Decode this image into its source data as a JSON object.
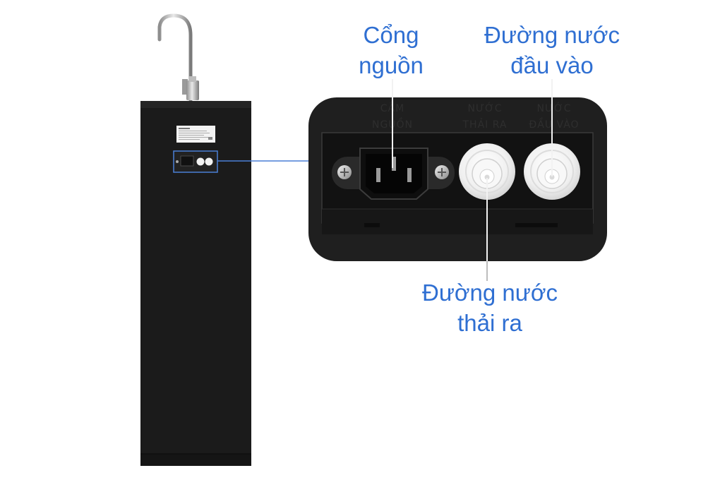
{
  "callouts": {
    "power": {
      "line1": "Cổng",
      "line2": "nguồn"
    },
    "inlet": {
      "line1": "Đường nước",
      "line2": "đầu vào"
    },
    "waste": {
      "line1": "Đường nước",
      "line2": "thải ra"
    }
  },
  "panel_print": {
    "power": {
      "line1": "CẮM",
      "line2": "NGUỒN"
    },
    "waste": {
      "line1": "NƯỚC",
      "line2": "THẢI RA"
    },
    "inlet": {
      "line1": "NƯỚC",
      "line2": "ĐẦU VÀO"
    }
  },
  "colors": {
    "accent": "#2f6fd2",
    "body": "#1b1b1b",
    "panel": "#202020",
    "fitting": "#f4f4f4"
  }
}
